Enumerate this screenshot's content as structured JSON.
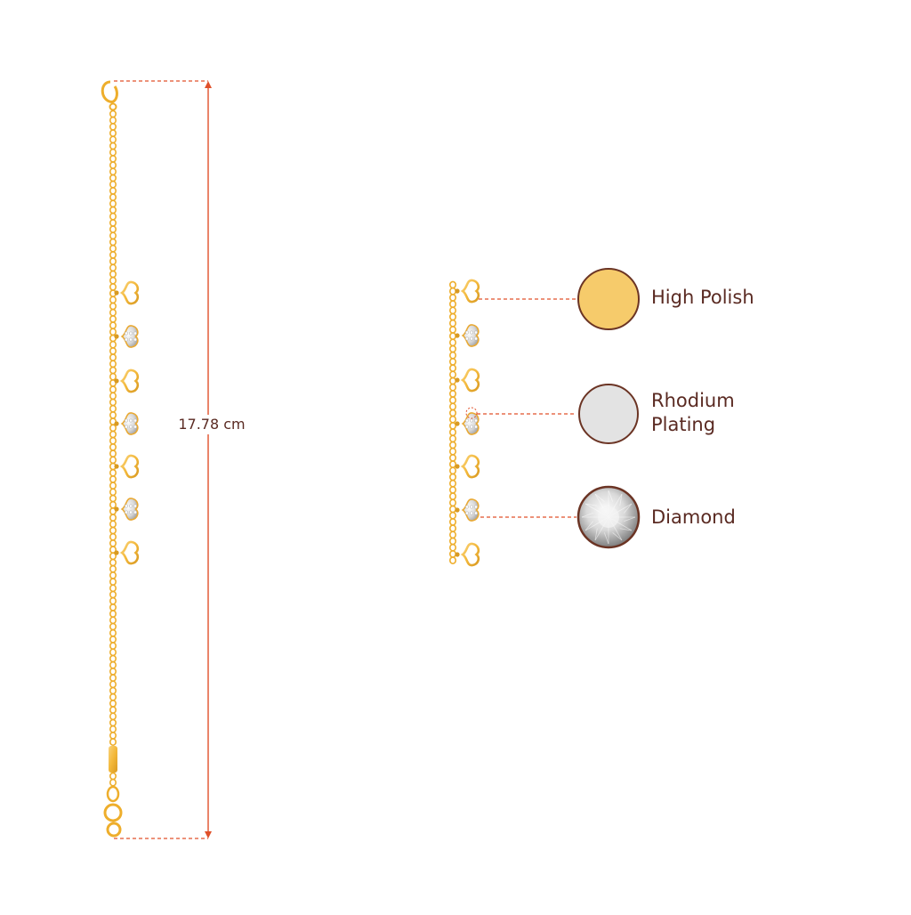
{
  "dimension": {
    "length_label": "17.78 cm"
  },
  "colors": {
    "gold": "#f3b83a",
    "gold_dark": "#d89a22",
    "dimension_line": "#e0502a",
    "label_text": "#5a2a22",
    "swatch_border": "#6b3424",
    "high_polish_fill": "#f6cb6b",
    "rhodium_fill": "#e3e3e3"
  },
  "legend": [
    {
      "label": "High Polish",
      "icon": "gold-swatch-icon"
    },
    {
      "label": "Rhodium Plating",
      "icon": "rhodium-swatch-icon"
    },
    {
      "label": "Diamond",
      "icon": "diamond-swatch-icon"
    }
  ]
}
